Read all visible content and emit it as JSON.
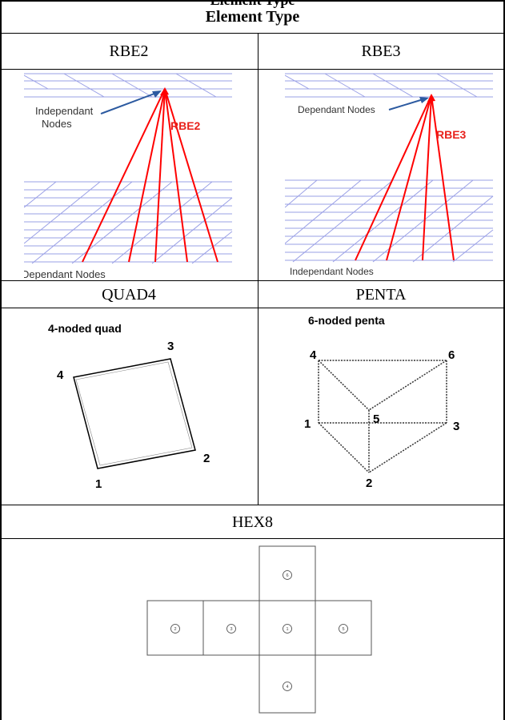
{
  "table": {
    "cut_caption": "Element Type",
    "header": "Element Type",
    "row1": {
      "left": "RBE2",
      "right": "RBE3"
    },
    "row2": {
      "left": "QUAD4",
      "right": "PENTA"
    },
    "row3": {
      "label": "HEX8"
    }
  },
  "rbe2_figure": {
    "independent_label_line1": "Independant",
    "independent_label_line2": "Nodes",
    "element_label": "RBE2",
    "dependent_label": "Dependant Nodes"
  },
  "rbe3_figure": {
    "dependent_label": "Dependant Nodes",
    "element_label": "RBE3",
    "independent_label": "Independant Nodes"
  },
  "quad4_figure": {
    "title": "4-noded quad",
    "nodes": [
      "1",
      "2",
      "3",
      "4"
    ]
  },
  "penta_figure": {
    "title": "6-noded penta",
    "nodes": [
      "1",
      "2",
      "3",
      "4",
      "5",
      "6"
    ]
  },
  "hex8_figure": {
    "faces": [
      "1",
      "2",
      "3",
      "4",
      "5",
      "6"
    ]
  },
  "colors": {
    "mesh": "#9aa0e6",
    "rbe_lines": "#ff0000",
    "arrow": "#2c5aa0"
  }
}
